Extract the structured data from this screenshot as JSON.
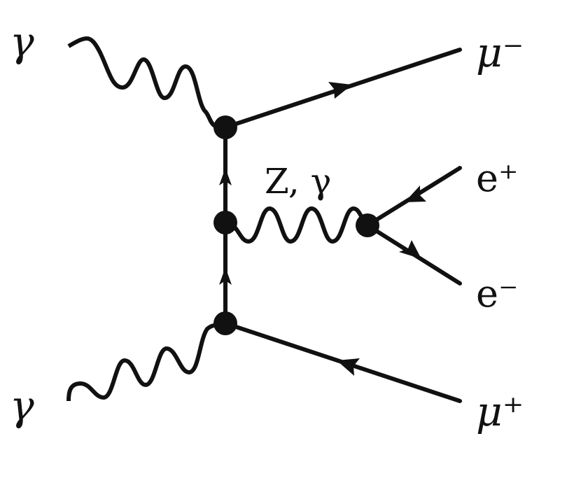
{
  "diagram": {
    "type": "feynman",
    "labels": {
      "photon_top_left": "γ",
      "photon_bottom_left": "γ",
      "muon_minus": "μ⁻",
      "muon_plus": "μ⁺",
      "electron_plus": "e⁺",
      "electron_minus": "e⁻",
      "boson": "Z, γ"
    },
    "colors": {
      "ink": "#111111",
      "background": "#ffffff"
    }
  }
}
